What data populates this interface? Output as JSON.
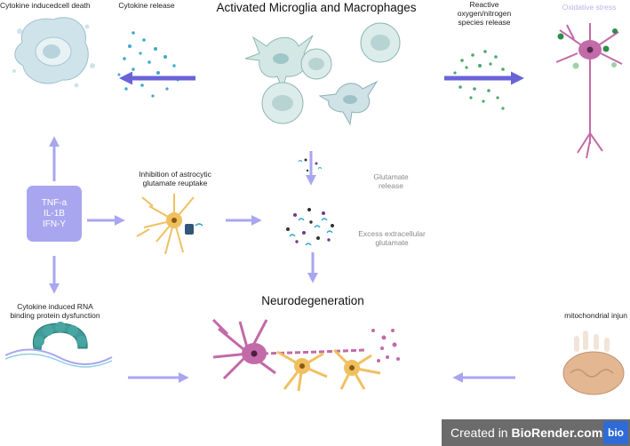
{
  "title": "Activated Microglia and Macrophages",
  "labels": {
    "cytokine_death": "Cytokine inducedcell death",
    "cytokine_release": "Cytokine release",
    "ros_line1": "Reactive",
    "ros_line2": "oxygen/nitrogen",
    "ros_line3": "species release",
    "oxidative_stress": "Oxidative stress",
    "inhibition_line1": "Inhibition of astrocytic",
    "inhibition_line2": "glutamate reuptake",
    "glutamate_line1": "Glutamate",
    "glutamate_line2": "release",
    "excess_line1": "Excess extracellular",
    "excess_line2": "glutamate",
    "rna_line1": "Cytokine induced RNA",
    "rna_line2": "binding protein dysfunction",
    "neurodegeneration": "Neurodegeneration",
    "mito_injury": "mitochondrial injun"
  },
  "cytokine_box": {
    "items": [
      "TNF-a",
      "IL-1B",
      "IFN-Y"
    ]
  },
  "colors": {
    "arrow": "#a9a6f0",
    "arrow_dark": "#6a63d8",
    "microglia": "#cfe4e2",
    "neuron_pink": "#c36aa8",
    "astrocyte": "#f0c060",
    "mitochondria": "#e0b48f"
  },
  "watermark": {
    "prefix": "Created in ",
    "brand": "BioRender.com",
    "logo": "bio"
  }
}
